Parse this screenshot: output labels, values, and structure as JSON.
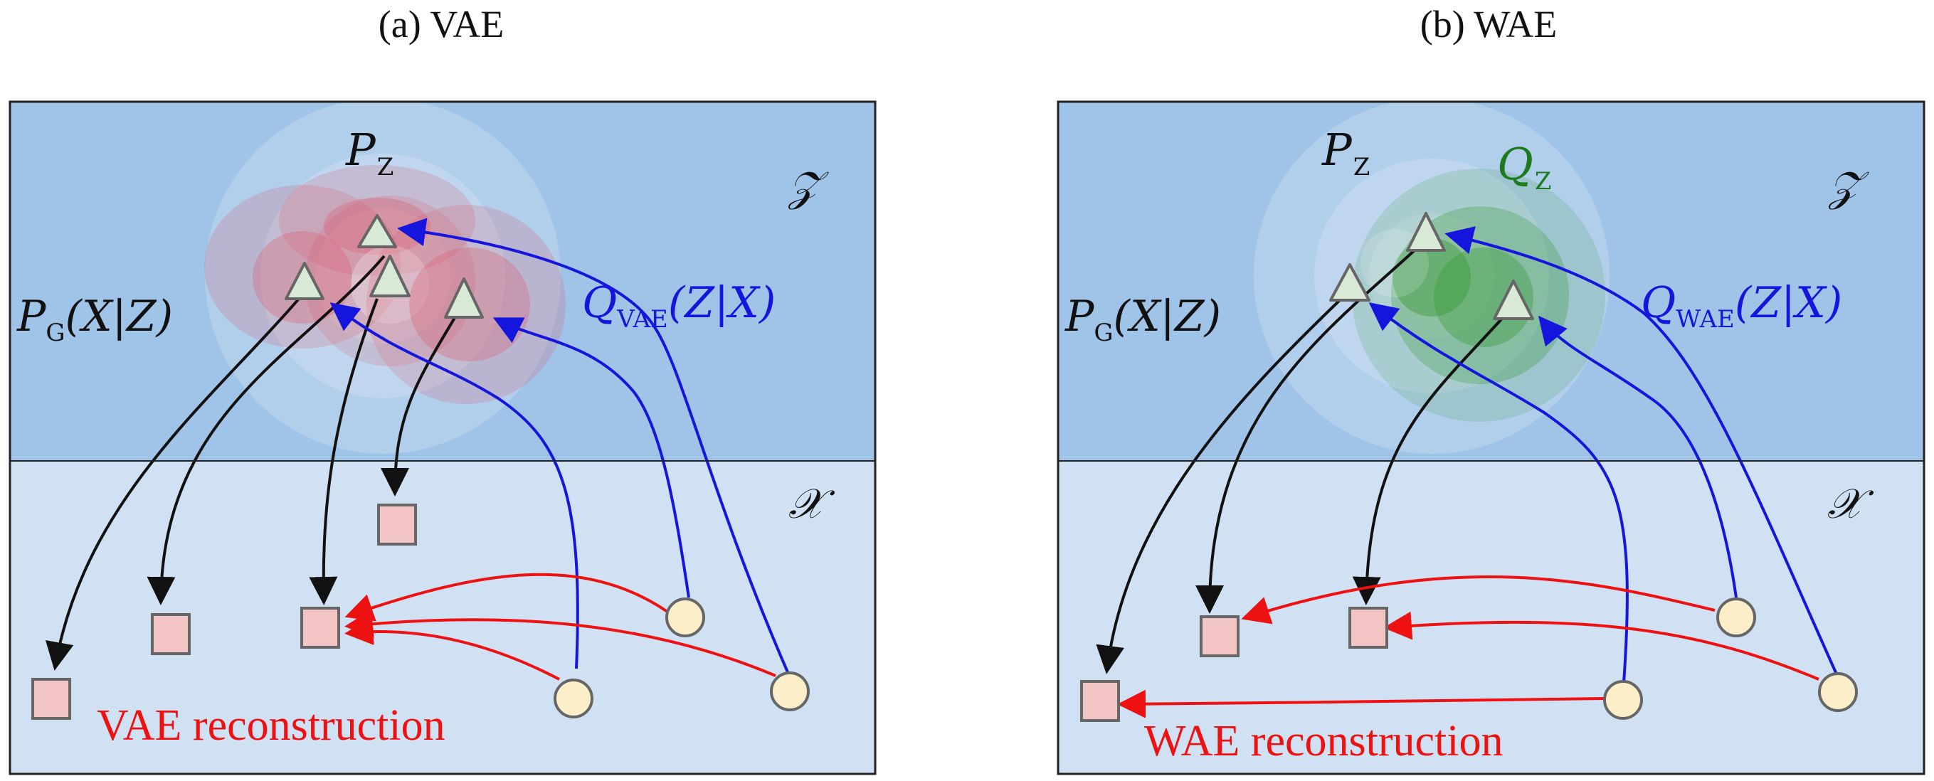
{
  "colors": {
    "latent_space_fill": "#a0c4e7",
    "data_space_fill": "#cfe1f2",
    "border": "#222222",
    "encoder_arrow": "#1515dd",
    "decoder_arrow": "#111111",
    "reconstruction_arrow": "#ee1111",
    "prior_circle": "#ffffff",
    "vae_posterior": "#dd5566",
    "wae_posterior": "#3a9a3a",
    "q_z_label": "#1e7a1e",
    "latent_code_marker": "#d8ead5",
    "reconstruction_marker": "#f3c4c4",
    "data_point_marker": "#fdeeca",
    "marker_stroke": "#666666"
  },
  "icons": {
    "latent_code": "triangle-marker",
    "reconstruction": "square-marker",
    "data_point": "circle-marker"
  },
  "panels": [
    {
      "caption": "(a) VAE",
      "prior_label": {
        "main": "P",
        "sub": "Z"
      },
      "latent_space_label": "𝒵",
      "data_space_label": "𝒳",
      "decoder_label": "P_G(X|Z)",
      "decoder_label_parts": {
        "main": "P",
        "sub": "G",
        "rest": "(X|Z)"
      },
      "encoder_label_parts": {
        "main": "Q",
        "sub": "VAE",
        "rest": "(Z|X)"
      },
      "reconstruction_label": "VAE reconstruction"
    },
    {
      "caption": "(b) WAE",
      "prior_label": {
        "main": "P",
        "sub": "Z"
      },
      "aggregate_posterior_label": {
        "main": "Q",
        "sub": "Z"
      },
      "latent_space_label": "𝒵",
      "data_space_label": "𝒳",
      "decoder_label_parts": {
        "main": "P",
        "sub": "G",
        "rest": "(X|Z)"
      },
      "encoder_label_parts": {
        "main": "Q",
        "sub": "WAE",
        "rest": "(Z|X)"
      },
      "reconstruction_label": "WAE reconstruction"
    }
  ]
}
